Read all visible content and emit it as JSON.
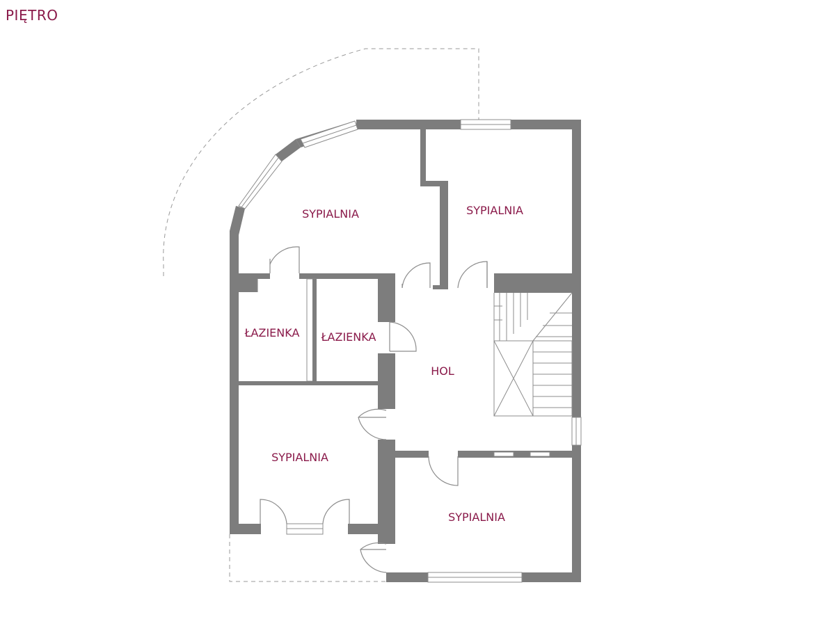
{
  "title": "PIĘTRO",
  "rooms": [
    {
      "id": "bedroom-1",
      "label": "SYPIALNIA"
    },
    {
      "id": "bedroom-2",
      "label": "SYPIALNIA"
    },
    {
      "id": "bathroom-1",
      "label": "ŁAZIENKA"
    },
    {
      "id": "bathroom-2",
      "label": "ŁAZIENKA"
    },
    {
      "id": "hall",
      "label": "HOL"
    },
    {
      "id": "bedroom-3",
      "label": "SYPIALNIA"
    },
    {
      "id": "bedroom-4",
      "label": "SYPIALNIA"
    }
  ],
  "colors": {
    "labels": "#8a1a4a",
    "walls": "#7d7d7d",
    "outline": "#9a9a9a"
  }
}
